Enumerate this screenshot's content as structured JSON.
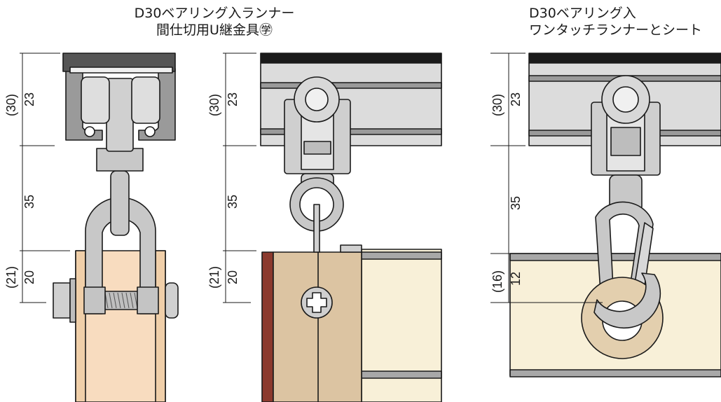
{
  "titles": {
    "left": [
      "D30ベアリング入ランナー",
      "間仕切用U継金具㊫"
    ],
    "right": [
      "D30ベアリング入",
      "ワンタッチランナーとシート"
    ]
  },
  "dimensions": {
    "left": {
      "top_paren": "(30)",
      "top": "23",
      "mid": "35",
      "bottom_paren": "(21)",
      "bottom": "20"
    },
    "center": {
      "top_paren": "(30)",
      "top": "23",
      "mid": "35",
      "bottom_paren": "(21)",
      "bottom": "20"
    },
    "right": {
      "top_paren": "(30)",
      "top": "23",
      "mid": "35",
      "bottom_paren": "(16)",
      "bottom": "12"
    }
  },
  "colors": {
    "outline": "#1a1a1a",
    "metal": "#c8c8c8",
    "rail": "#d6d6d6",
    "rail_dark": "#9a9a9a",
    "wood": "#f8dcbf",
    "wood_panel": "#dcc4a2",
    "panel_cream": "#f8f0d8",
    "edge_red": "#8b3a2e",
    "sheet_ring": "#e3cfae"
  }
}
